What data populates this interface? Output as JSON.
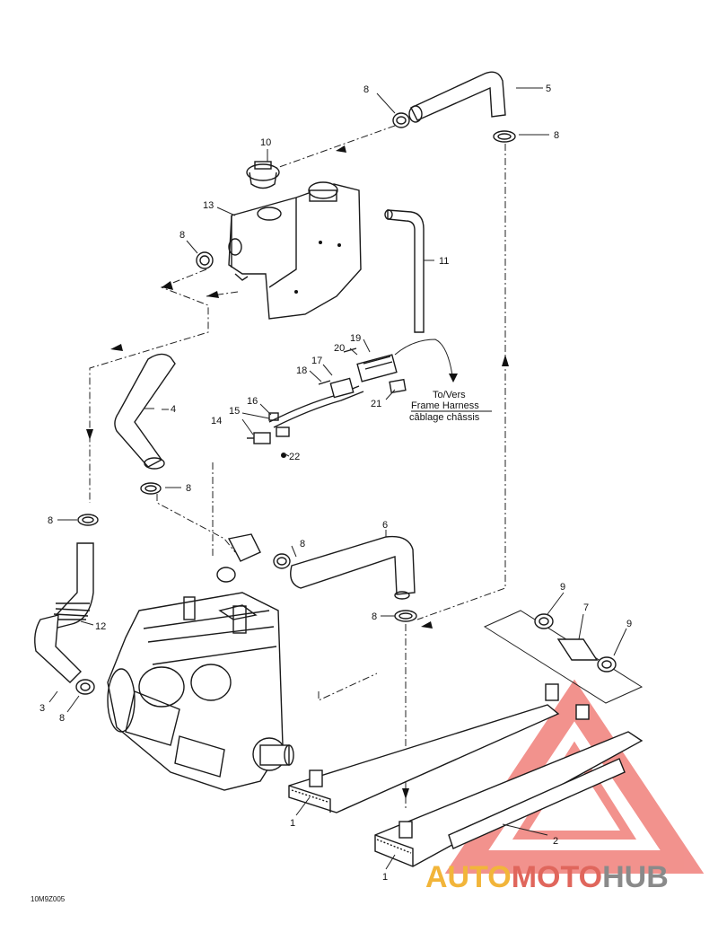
{
  "callouts": {
    "c1a": "1",
    "c1b": "1",
    "c2": "2",
    "c3": "3",
    "c4": "4",
    "c5": "5",
    "c6": "6",
    "c7": "7",
    "c8": "8",
    "c9": "9",
    "c10": "10",
    "c11": "11",
    "c12": "12",
    "c13": "13",
    "c14": "14",
    "c15": "15",
    "c16": "16",
    "c17": "17",
    "c18": "18",
    "c19": "19",
    "c20": "20",
    "c21": "21",
    "c22": "22"
  },
  "note": {
    "line1": "To/Vers",
    "line2": "Frame Harness",
    "line3": "câblage châssis"
  },
  "figure_code": "10M9Z005",
  "watermark": {
    "part_a": "AUTO",
    "part_b": "MOTO",
    "part_c": "HUB",
    "colors": {
      "yellow": "#f2b53a",
      "red": "#e0665c",
      "gray": "#8a8a8a"
    }
  }
}
